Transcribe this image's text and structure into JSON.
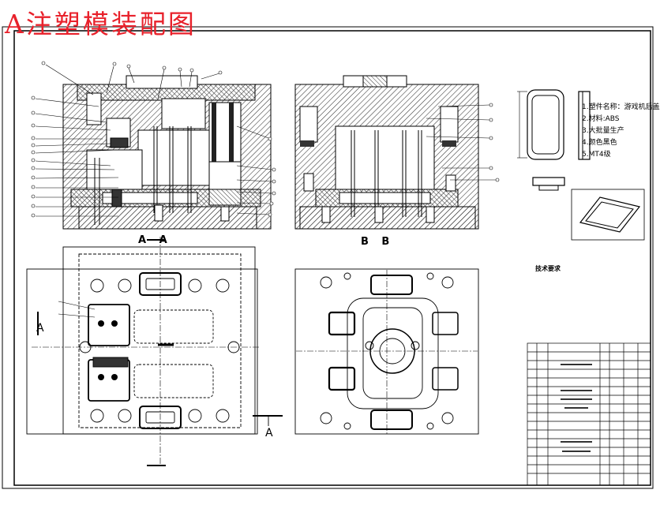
{
  "title": "A注塑模装配图",
  "section_labels": {
    "a": "A A",
    "b": "B B",
    "cut_a": "A",
    "cut_a_bottom": "A"
  },
  "notes": [
    "1.塑件名称：游戏机后盖",
    "2.材料:ABS",
    "3.大批量生产",
    "4.颜色黑色",
    "5.MT4级"
  ],
  "tech_requirements": {
    "title": "技术要求",
    "line_count": 7
  },
  "colors": {
    "title": "#e8212b",
    "line": "#000000",
    "hatch": "#333333",
    "background": "#ffffff"
  }
}
